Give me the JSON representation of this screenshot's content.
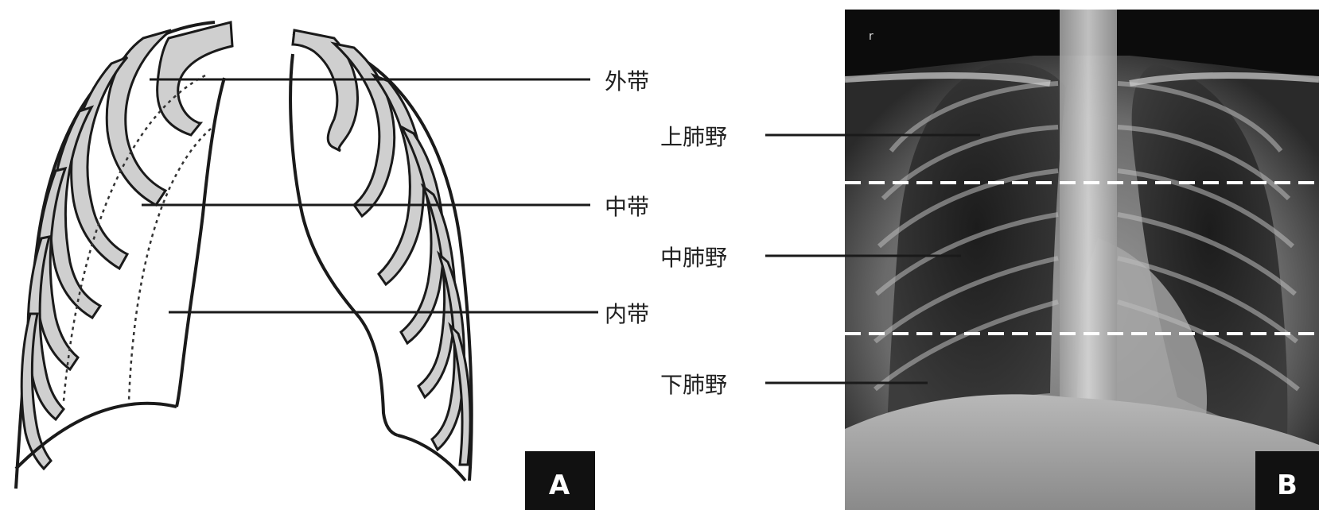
{
  "panel_a": {
    "zone_labels": [
      "外带",
      "中带",
      "内带"
    ],
    "badge": "A"
  },
  "panel_b": {
    "field_labels": [
      "上肺野",
      "中肺野",
      "下肺野"
    ],
    "badge": "B",
    "corner_mark": "r"
  },
  "colors": {
    "rib_fill": "#cfcfcf",
    "outline": "#1a1a1a",
    "badge_bg": "#111111",
    "dashed_line": "#ffffff",
    "xray_bg": "#0c0c0c"
  }
}
